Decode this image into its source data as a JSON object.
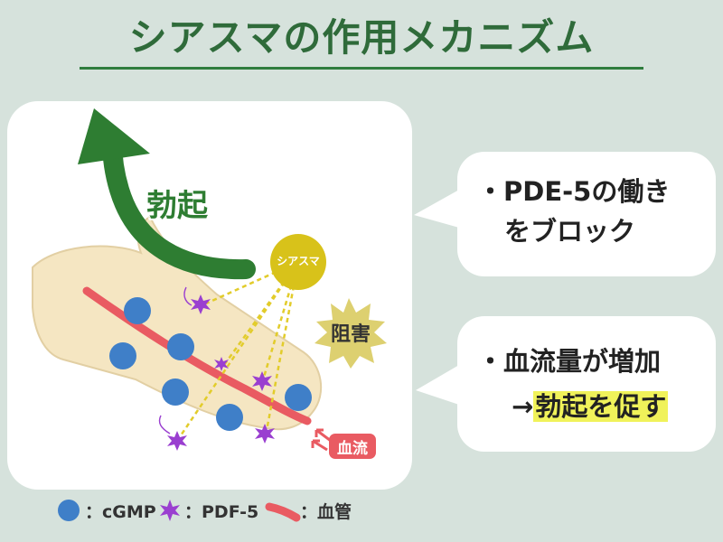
{
  "title": "シアスマの作用メカニズム",
  "diagram": {
    "arrow_label": "勃起",
    "drug_label": "シアスマ",
    "block_label": "阻害",
    "vessel_tag": "血流"
  },
  "callouts": {
    "first": {
      "line1": "・PDE-5の働き",
      "line2": "をブロック"
    },
    "second": {
      "line1": "・血流量が増加",
      "arrow": "→",
      "highlight": "勃起を促す"
    }
  },
  "legend": {
    "cgmp": "：cGMP",
    "pdf5": "：PDF-5",
    "vessel": "：血管"
  },
  "colors": {
    "title_green": "#2f6b3a",
    "arrow_green": "#2e7d32",
    "cgmp_blue": "#3f7fc8",
    "pde5_purple": "#9a3fd0",
    "vessel_red": "#e95b62",
    "drug_yellow": "#d8c21a",
    "highlight_yellow": "#f0f25a"
  }
}
